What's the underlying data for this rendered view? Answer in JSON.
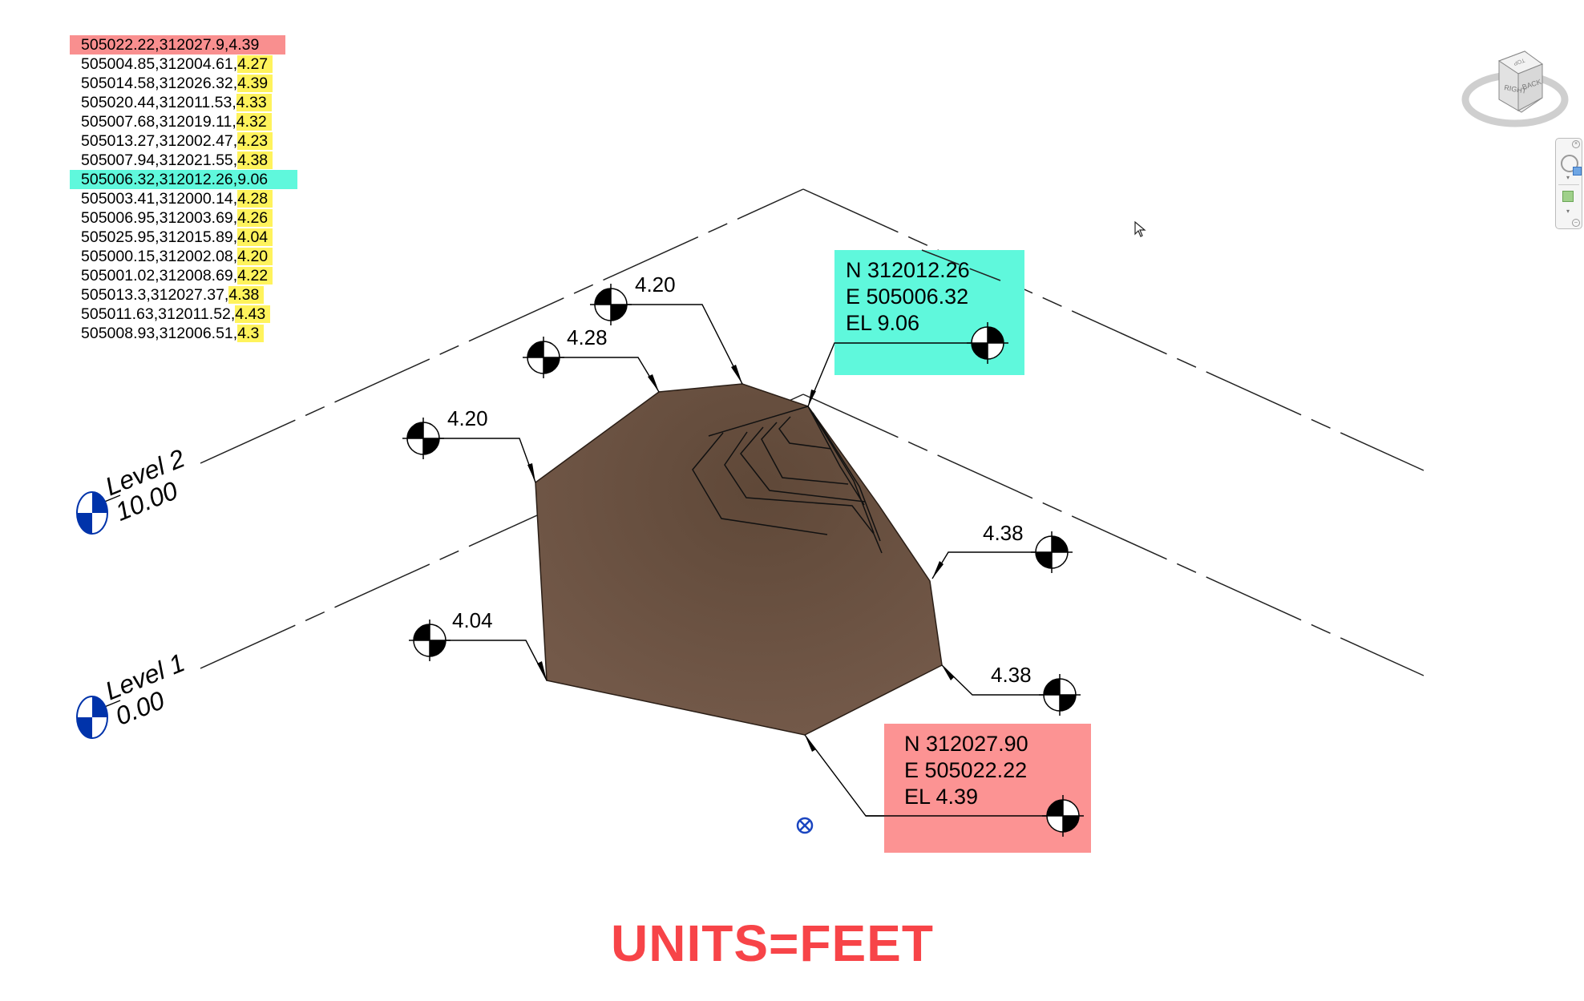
{
  "point_list": {
    "rows": [
      {
        "coords": "505022.22,312027.9,",
        "elev": "4.39",
        "highlight": "pink"
      },
      {
        "coords": "505004.85,312004.61,",
        "elev": "4.27",
        "highlight": "yellow"
      },
      {
        "coords": "505014.58,312026.32,",
        "elev": "4.39",
        "highlight": "yellow"
      },
      {
        "coords": "505020.44,312011.53,",
        "elev": "4.33",
        "highlight": "yellow"
      },
      {
        "coords": "505007.68,312019.11,",
        "elev": "4.32",
        "highlight": "yellow"
      },
      {
        "coords": "505013.27,312002.47,",
        "elev": "4.23",
        "highlight": "yellow"
      },
      {
        "coords": "505007.94,312021.55,",
        "elev": "4.38",
        "highlight": "yellow"
      },
      {
        "coords": "505006.32,312012.26,",
        "elev": "9.06",
        "highlight": "cyan"
      },
      {
        "coords": "505003.41,312000.14,",
        "elev": "4.28",
        "highlight": "yellow"
      },
      {
        "coords": "505006.95,312003.69,",
        "elev": "4.26",
        "highlight": "yellow"
      },
      {
        "coords": "505025.95,312015.89,",
        "elev": "4.04",
        "highlight": "yellow"
      },
      {
        "coords": "505000.15,312002.08,",
        "elev": "4.20",
        "highlight": "yellow"
      },
      {
        "coords": "505001.02,312008.69,",
        "elev": "4.22",
        "highlight": "yellow"
      },
      {
        "coords": "505013.3,312027.37,",
        "elev": "4.38",
        "highlight": "yellow"
      },
      {
        "coords": "505011.63,312011.52,",
        "elev": "4.43",
        "highlight": "yellow"
      },
      {
        "coords": "505008.93,312006.51,",
        "elev": "4.3",
        "highlight": "yellow"
      }
    ]
  },
  "callouts": {
    "high_point": {
      "north": "N 312012.26",
      "east": "E 505006.32",
      "elev": "EL 9.06",
      "color": "#5ff8dc"
    },
    "corner_point": {
      "north": "N 312027.90",
      "east": "E 505022.22",
      "elev": "EL 4.39",
      "color": "#fc9393"
    }
  },
  "spot_elevations": [
    {
      "id": "top",
      "label": "4.20"
    },
    {
      "id": "top-left",
      "label": "4.28"
    },
    {
      "id": "left",
      "label": "4.20"
    },
    {
      "id": "bottom-left",
      "label": "4.04"
    },
    {
      "id": "right-upper",
      "label": "4.38"
    },
    {
      "id": "right-lower",
      "label": "4.38"
    }
  ],
  "levels": [
    {
      "name": "Level 2",
      "elevation": "10.00"
    },
    {
      "name": "Level 1",
      "elevation": "0.00"
    }
  ],
  "units_note": "UNITS=FEET",
  "viewcube": {
    "faces": [
      "TOP",
      "RIGHT",
      "BACK"
    ]
  },
  "colors": {
    "topo_fill": "#6e5545",
    "level_head": "#0033aa",
    "units_text": "#f74448",
    "yellow_highlight": "#fff35c"
  }
}
